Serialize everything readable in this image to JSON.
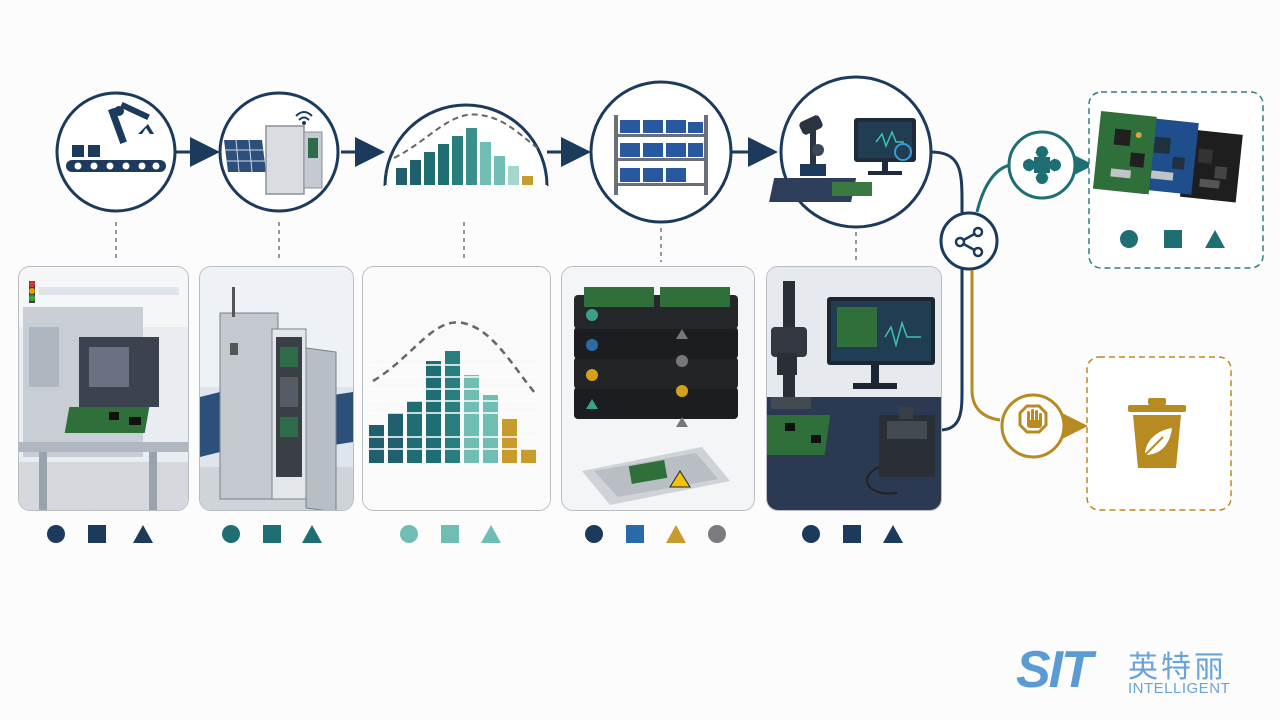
{
  "colors": {
    "navy": "#1b3a5c",
    "teal": "#1f6e74",
    "light_teal": "#6fbdb3",
    "blue": "#2b6aa8",
    "gold": "#b88a22",
    "gray": "#7a7c80",
    "dashed_teal": "#2f7f7f",
    "dashed_gold": "#b88a22"
  },
  "stages": [
    {
      "name": "assembly-line",
      "icon": "robot-arm-conveyor-icon",
      "photo": "smt-machine-with-pcb",
      "markers": [
        "circle-navy",
        "square-navy",
        "triangle-navy"
      ]
    },
    {
      "name": "field-deployment",
      "icon": "solar-cabinet-wifi-icon",
      "photo": "outdoor-electrical-cabinet",
      "markers": [
        "circle-teal",
        "square-teal",
        "triangle-teal"
      ]
    },
    {
      "name": "distribution",
      "icon": "bar-chart-bell-curve-icon",
      "photo": "bar-chart-bell-curve",
      "markers": [
        "circle-lightteal",
        "square-lightteal",
        "triangle-lightteal"
      ]
    },
    {
      "name": "storage",
      "icon": "shelving-bins-icon",
      "photo": "stacked-pcb-trays-esd-bag",
      "markers": [
        "circle-navy",
        "square-blue",
        "triangle-gold",
        "circle-gray"
      ]
    },
    {
      "name": "inspection",
      "icon": "microscope-monitor-icon",
      "photo": "inspection-station",
      "markers": [
        "circle-navy",
        "square-navy",
        "triangle-navy"
      ]
    }
  ],
  "outcomes": {
    "reuse": {
      "icon": "puzzle-piece-icon",
      "image": "three-pcb-boards",
      "markers": [
        "circle-teal",
        "square-teal",
        "triangle-teal"
      ]
    },
    "discard": {
      "icon": "stop-hand-icon",
      "image": "recycle-bin-leaf-icon"
    }
  },
  "branch_icon": "share-split-icon",
  "logo": {
    "mark": "SIT",
    "cn": "英特丽",
    "en": "INTELLIGENT"
  }
}
